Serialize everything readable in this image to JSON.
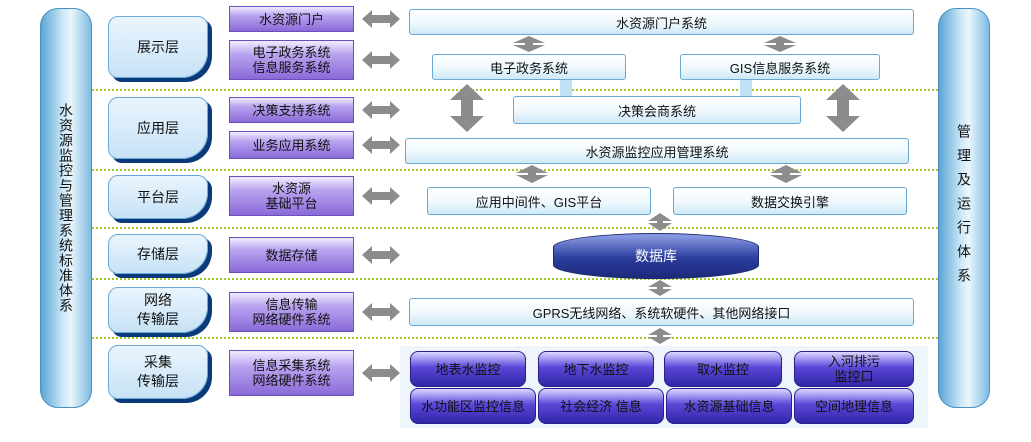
{
  "left_pillar": {
    "text": "水资源监控与管理系统标准体系"
  },
  "right_pillar": {
    "text": "管理及运行体系"
  },
  "layers": [
    {
      "id": "display",
      "label": "展示层"
    },
    {
      "id": "application",
      "label": "应用层"
    },
    {
      "id": "platform",
      "label": "平台层"
    },
    {
      "id": "storage",
      "label": "存储层"
    },
    {
      "id": "network",
      "label": "网络\n传输层"
    },
    {
      "id": "collection",
      "label": "采集\n传输层"
    }
  ],
  "components": [
    {
      "label": "水资源门户"
    },
    {
      "label": "电子政务系统\n信息服务系统"
    },
    {
      "label": "决策支持系统"
    },
    {
      "label": "业务应用系统"
    },
    {
      "label": "水资源\n基础平台"
    },
    {
      "label": "数据存储"
    },
    {
      "label": "信息传输\n网络硬件系统"
    },
    {
      "label": "信息采集系统\n网络硬件系统"
    }
  ],
  "systems": {
    "portal": "水资源门户系统",
    "egov": "电子政务系统",
    "gis_service": "GIS信息服务系统",
    "decision": "决策会商系统",
    "monitor_mgmt": "水资源监控应用管理系统",
    "middleware": "应用中间件、GIS平台",
    "exchange": "数据交换引擎",
    "database": "数据库",
    "network": "GPRS无线网络、系统软硬件、其他网络接口"
  },
  "collection": {
    "top": [
      "地表水监控",
      "地下水监控",
      "取水监控",
      "入河排污\n监控口"
    ],
    "bottom": [
      "水功能区监控信息",
      "社会经济 信息",
      "水资源基础信息",
      "空间地理信息"
    ]
  }
}
